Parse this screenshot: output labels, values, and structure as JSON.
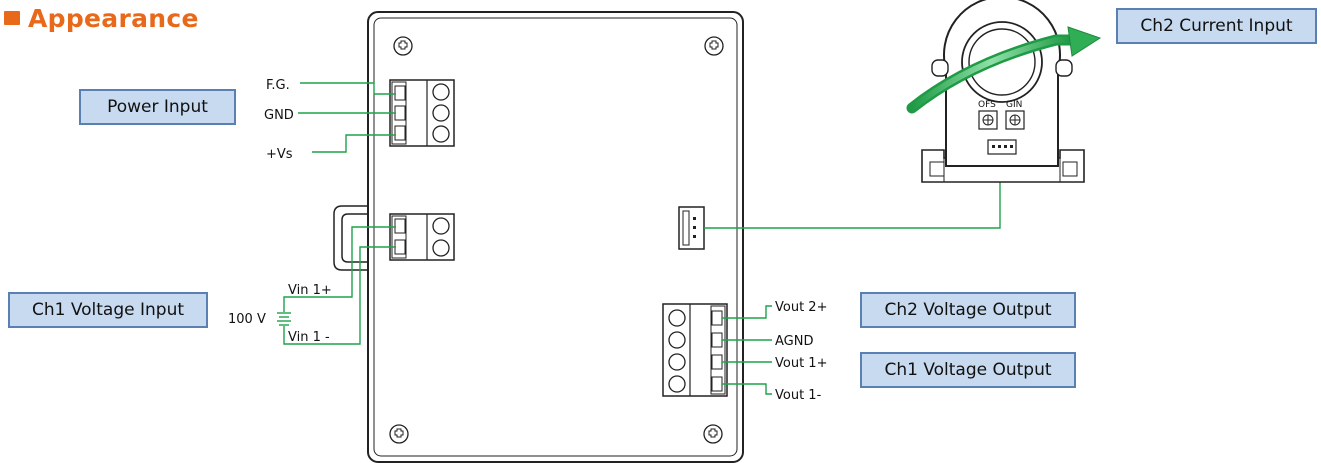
{
  "heading": "Appearance",
  "boxes": {
    "power_input": "Power Input",
    "ch1_voltage_input": "Ch1 Voltage Input",
    "ch2_current_input": "Ch2 Current Input",
    "ch2_voltage_output": "Ch2 Voltage Output",
    "ch1_voltage_output": "Ch1 Voltage Output"
  },
  "power_terminals": {
    "fg": "F.G.",
    "gnd": "GND",
    "vs": "+Vs"
  },
  "ch1_input": {
    "source": "100 V",
    "vin_plus": "Vin 1+",
    "vin_minus": "Vin 1 -"
  },
  "outputs": {
    "vout2_plus": "Vout 2+",
    "agnd": "AGND",
    "vout1_plus": "Vout 1+",
    "vout1_minus": "Vout 1-"
  },
  "sensor": {
    "ofs": "OFS",
    "gin": "GIN"
  },
  "colors": {
    "accent": "#e8691a",
    "wire": "#1fa34a",
    "box_fill": "#c7daf0",
    "box_border": "#5a7fb3"
  }
}
